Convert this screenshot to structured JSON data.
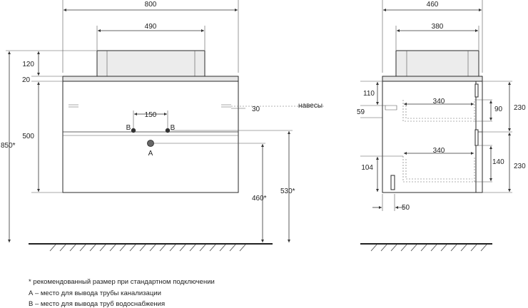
{
  "front": {
    "width": "800",
    "basin_width": "490",
    "basin_height": "120",
    "top_thickness": "20",
    "body_height": "500",
    "total_height": "850*",
    "pipe_spacing": "150",
    "hinge_offset": "30",
    "label_b1": "B",
    "label_b2": "B",
    "label_a": "A",
    "height_a": "460*",
    "height_b": "530*"
  },
  "hinges_label": "навесы",
  "side": {
    "depth": "460",
    "basin_depth": "380",
    "hinge_top": "110",
    "hinge_gap": "59",
    "drawer_depth_1": "340",
    "drawer_depth_2": "340",
    "drawer_height_1": "90",
    "drawer_front_1": "230",
    "drawer_height_2": "140",
    "drawer_front_2": "230",
    "bottom_gap": "104",
    "wall_offset": "50"
  },
  "notes": [
    "* рекомендованный размер при стандартном подключении",
    "А – место для вывода трубы канализации",
    "В – место для вывода труб водоснабжения"
  ]
}
